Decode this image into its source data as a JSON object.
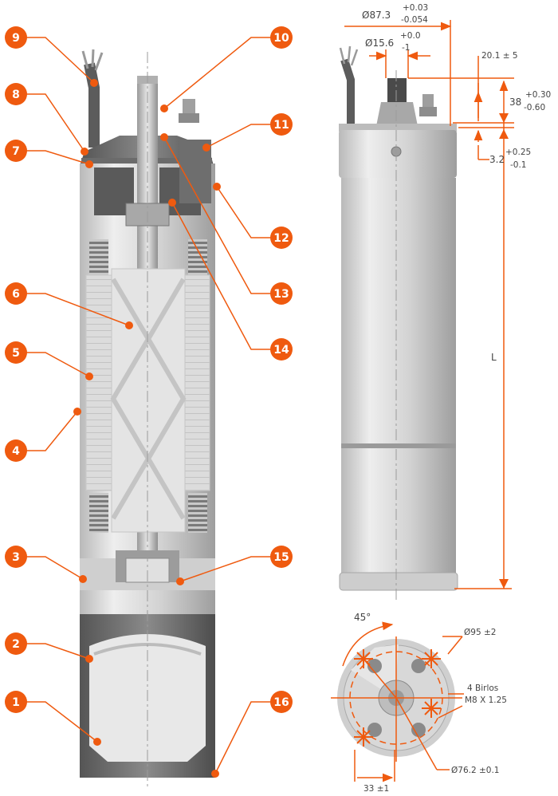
{
  "colors": {
    "accent": "#ef5a0f",
    "metal_light": "#dedede",
    "metal_mid": "#bdbdbd",
    "metal_dark": "#8a8a8a",
    "rubber": "#5a5a5a"
  },
  "callouts": [
    {
      "id": 1,
      "label": "1"
    },
    {
      "id": 2,
      "label": "2"
    },
    {
      "id": 3,
      "label": "3"
    },
    {
      "id": 4,
      "label": "4"
    },
    {
      "id": 5,
      "label": "5"
    },
    {
      "id": 6,
      "label": "6"
    },
    {
      "id": 7,
      "label": "7"
    },
    {
      "id": 8,
      "label": "8"
    },
    {
      "id": 9,
      "label": "9"
    },
    {
      "id": 10,
      "label": "10"
    },
    {
      "id": 11,
      "label": "11"
    },
    {
      "id": 12,
      "label": "12"
    },
    {
      "id": 13,
      "label": "13"
    },
    {
      "id": 14,
      "label": "14"
    },
    {
      "id": 15,
      "label": "15"
    },
    {
      "id": 16,
      "label": "16"
    }
  ],
  "dimensions": {
    "body_diameter": {
      "value": "Ø87.3",
      "tol_plus": "+0.03",
      "tol_minus": "-0.054"
    },
    "shaft_diameter": {
      "value": "Ø15.6",
      "tol_plus": "+0.0",
      "tol_minus": "-1"
    },
    "shaft_protrusion": {
      "value": "20.1 ± 5"
    },
    "shaft_length": {
      "value": "38",
      "tol_plus": "+0.30",
      "tol_minus": "-0.60"
    },
    "flange_height": {
      "value": "3.2",
      "tol_plus": "+0.25",
      "tol_minus": "-0.1"
    },
    "overall_length": {
      "value": "L"
    },
    "bolt_angle": {
      "value": "45°"
    },
    "outer_circle": {
      "value": "Ø95 ±2"
    },
    "bolts": {
      "line1": "4 Birlos",
      "line2": "M8 X 1.25"
    },
    "bolt_circle": {
      "value": "Ø76.2 ±0.1"
    },
    "bolt_offset": {
      "value": "33 ±1"
    }
  }
}
